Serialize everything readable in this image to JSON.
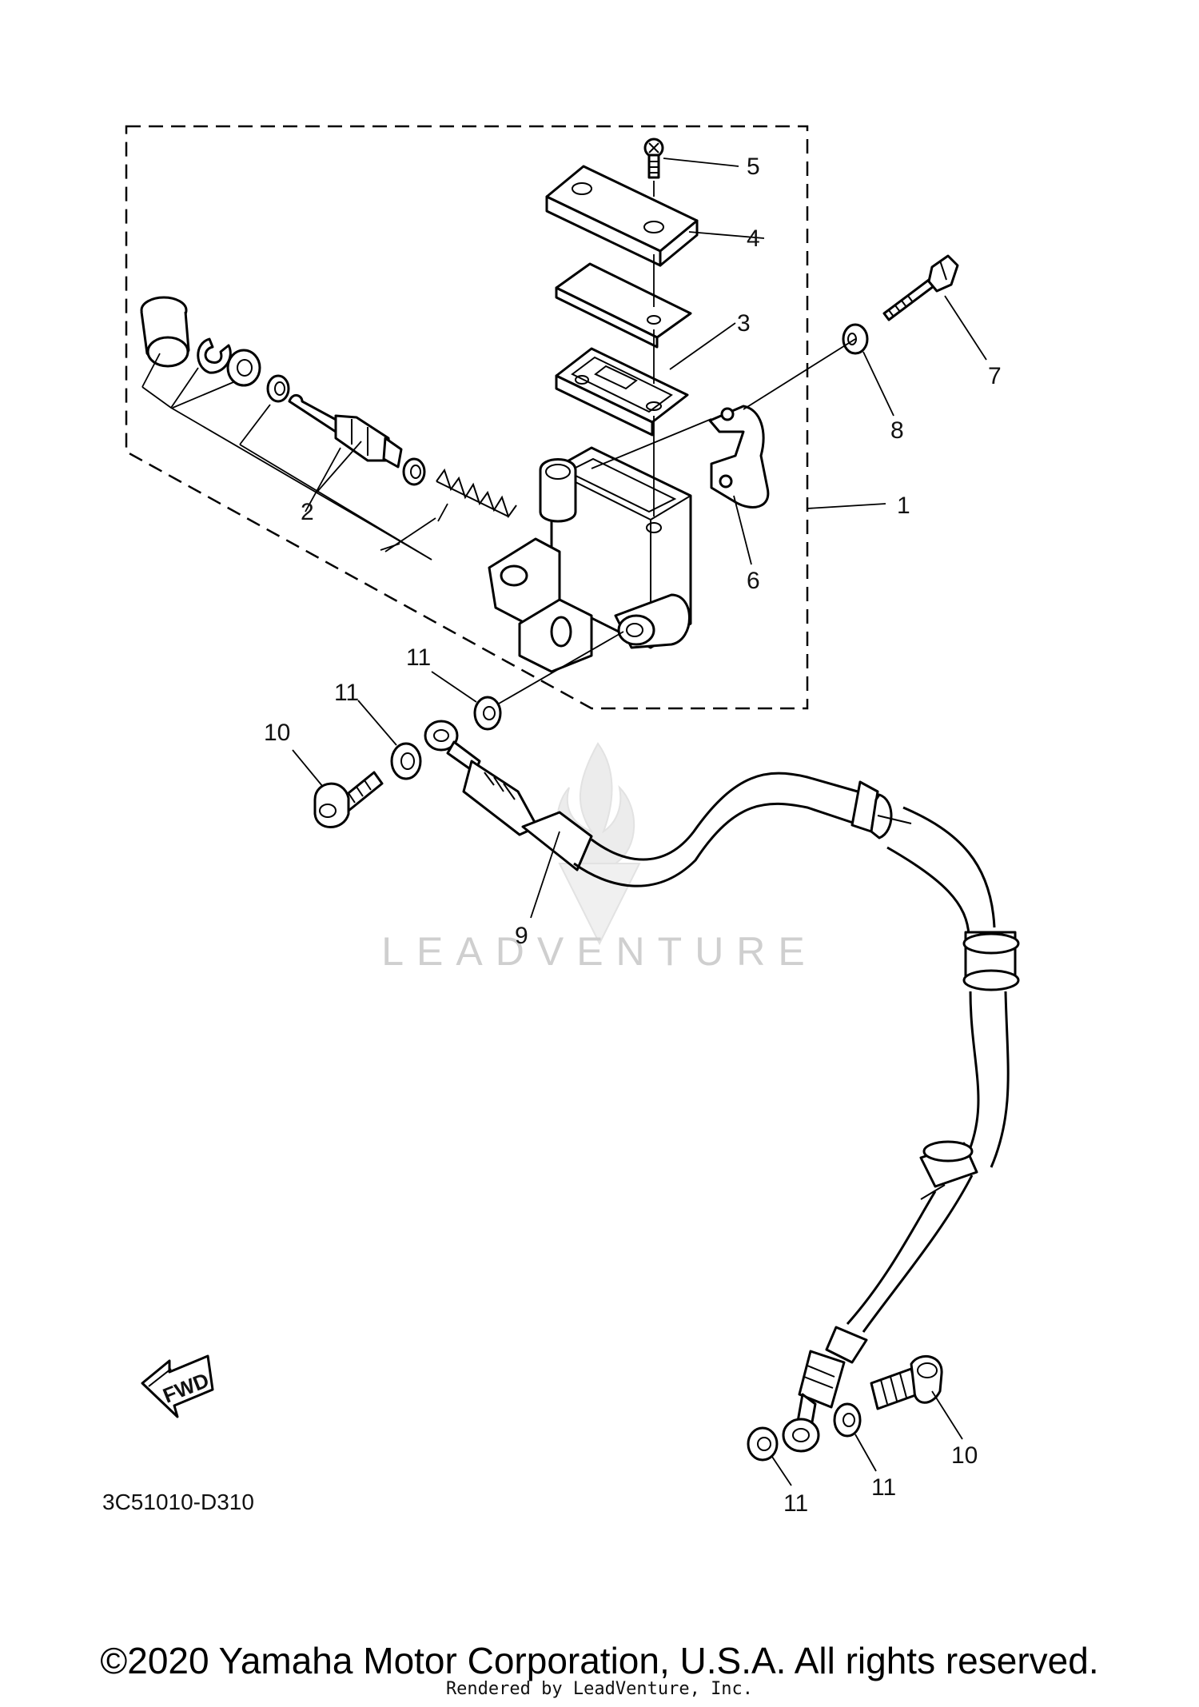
{
  "diagram": {
    "code": "3C51010-D310",
    "fwd_label": "FWD",
    "watermark": "LEADVENTURE",
    "callouts": {
      "c1": "1",
      "c2": "2",
      "c3": "3",
      "c4": "4",
      "c5": "5",
      "c6": "6",
      "c7": "7",
      "c8": "8",
      "c9": "9",
      "c10a": "10",
      "c10b": "10",
      "c11a": "11",
      "c11b": "11",
      "c11c": "11",
      "c11d": "11"
    }
  },
  "footer": {
    "copyright": "©2020 Yamaha Motor Corporation, U.S.A. All rights reserved.",
    "rendered_by": "Rendered by LeadVenture, Inc."
  },
  "colors": {
    "line": "#000000",
    "watermark": "#cfcfcf",
    "background": "#ffffff"
  }
}
